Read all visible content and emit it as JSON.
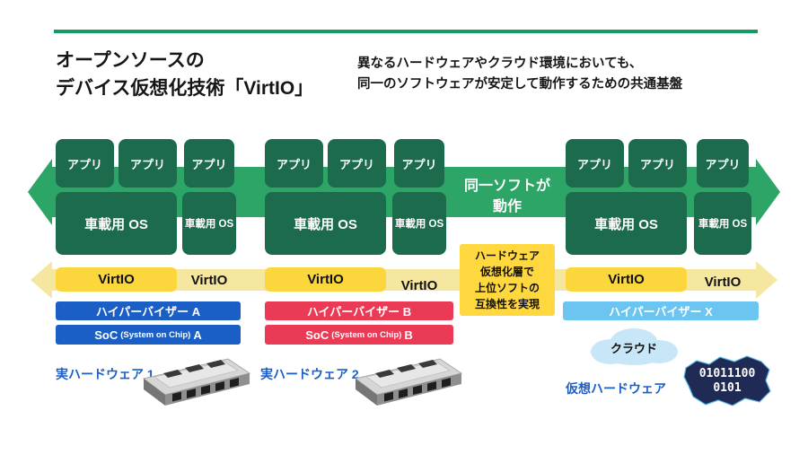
{
  "header": {
    "title_line1": "オープンソースの",
    "title_line2": "デバイス仮想化技術「VirtIO」",
    "subtitle_line1": "異なるハードウェアやクラウド環境においても、",
    "subtitle_line2": "同一のソフトウェアが安定して動作するための共通基盤"
  },
  "stacks": [
    {
      "apps": [
        "アプリ",
        "アプリ"
      ],
      "os": "車載用 OS"
    },
    {
      "apps": [
        "アプリ"
      ],
      "os": "車載用 OS"
    },
    {
      "apps": [
        "アプリ",
        "アプリ"
      ],
      "os": "車載用 OS"
    },
    {
      "apps": [
        "アプリ"
      ],
      "os": "車載用 OS"
    },
    {
      "apps": [
        "アプリ",
        "アプリ"
      ],
      "os": "車載用 OS"
    },
    {
      "apps": [
        "アプリ"
      ],
      "os": "車載用 OS"
    }
  ],
  "virtio_labels": [
    "VirtIO",
    "VirtIO",
    "VirtIO",
    "VirtIO",
    "VirtIO",
    "VirtIO"
  ],
  "center": {
    "same_software": "同一ソフトが\n動作",
    "virtualization_note": "ハードウェア\n仮想化層で\n上位ソフトの\n互換性を実現"
  },
  "platforms": {
    "hypervisor_a": "ハイパーバイザー A",
    "hypervisor_b": "ハイパーバイザー B",
    "hypervisor_x": "ハイパーバイザー X",
    "soc_a": {
      "prefix": "SoC",
      "mid": "(System on Chip)",
      "suffix": "A"
    },
    "soc_b": {
      "prefix": "SoC",
      "mid": "(System on Chip)",
      "suffix": "B"
    }
  },
  "bottom": {
    "real_hardware_1": "実ハードウェア 1",
    "real_hardware_2": "実ハードウェア 2",
    "cloud": "クラウド",
    "virtual_hardware": "仮想ハードウェア",
    "binary": "01011100\n0101"
  },
  "colors": {
    "dark_green_box": "#1b6b4c",
    "arrow_green": "#2da567",
    "rule_green": "#169a63",
    "pale_yellow_arrow": "#f6e7a0",
    "virtio_yellow": "#fbd63d",
    "note_yellow": "#ffd83f",
    "hypervisor_blue": "#1b5ec6",
    "hypervisor_red": "#ea3a55",
    "hypervisor_lightblue": "#6cc5f1",
    "cloud_blue": "#c7e6f8",
    "chip_navy": "#1f2b55",
    "label_blue": "#1b5ec6"
  }
}
